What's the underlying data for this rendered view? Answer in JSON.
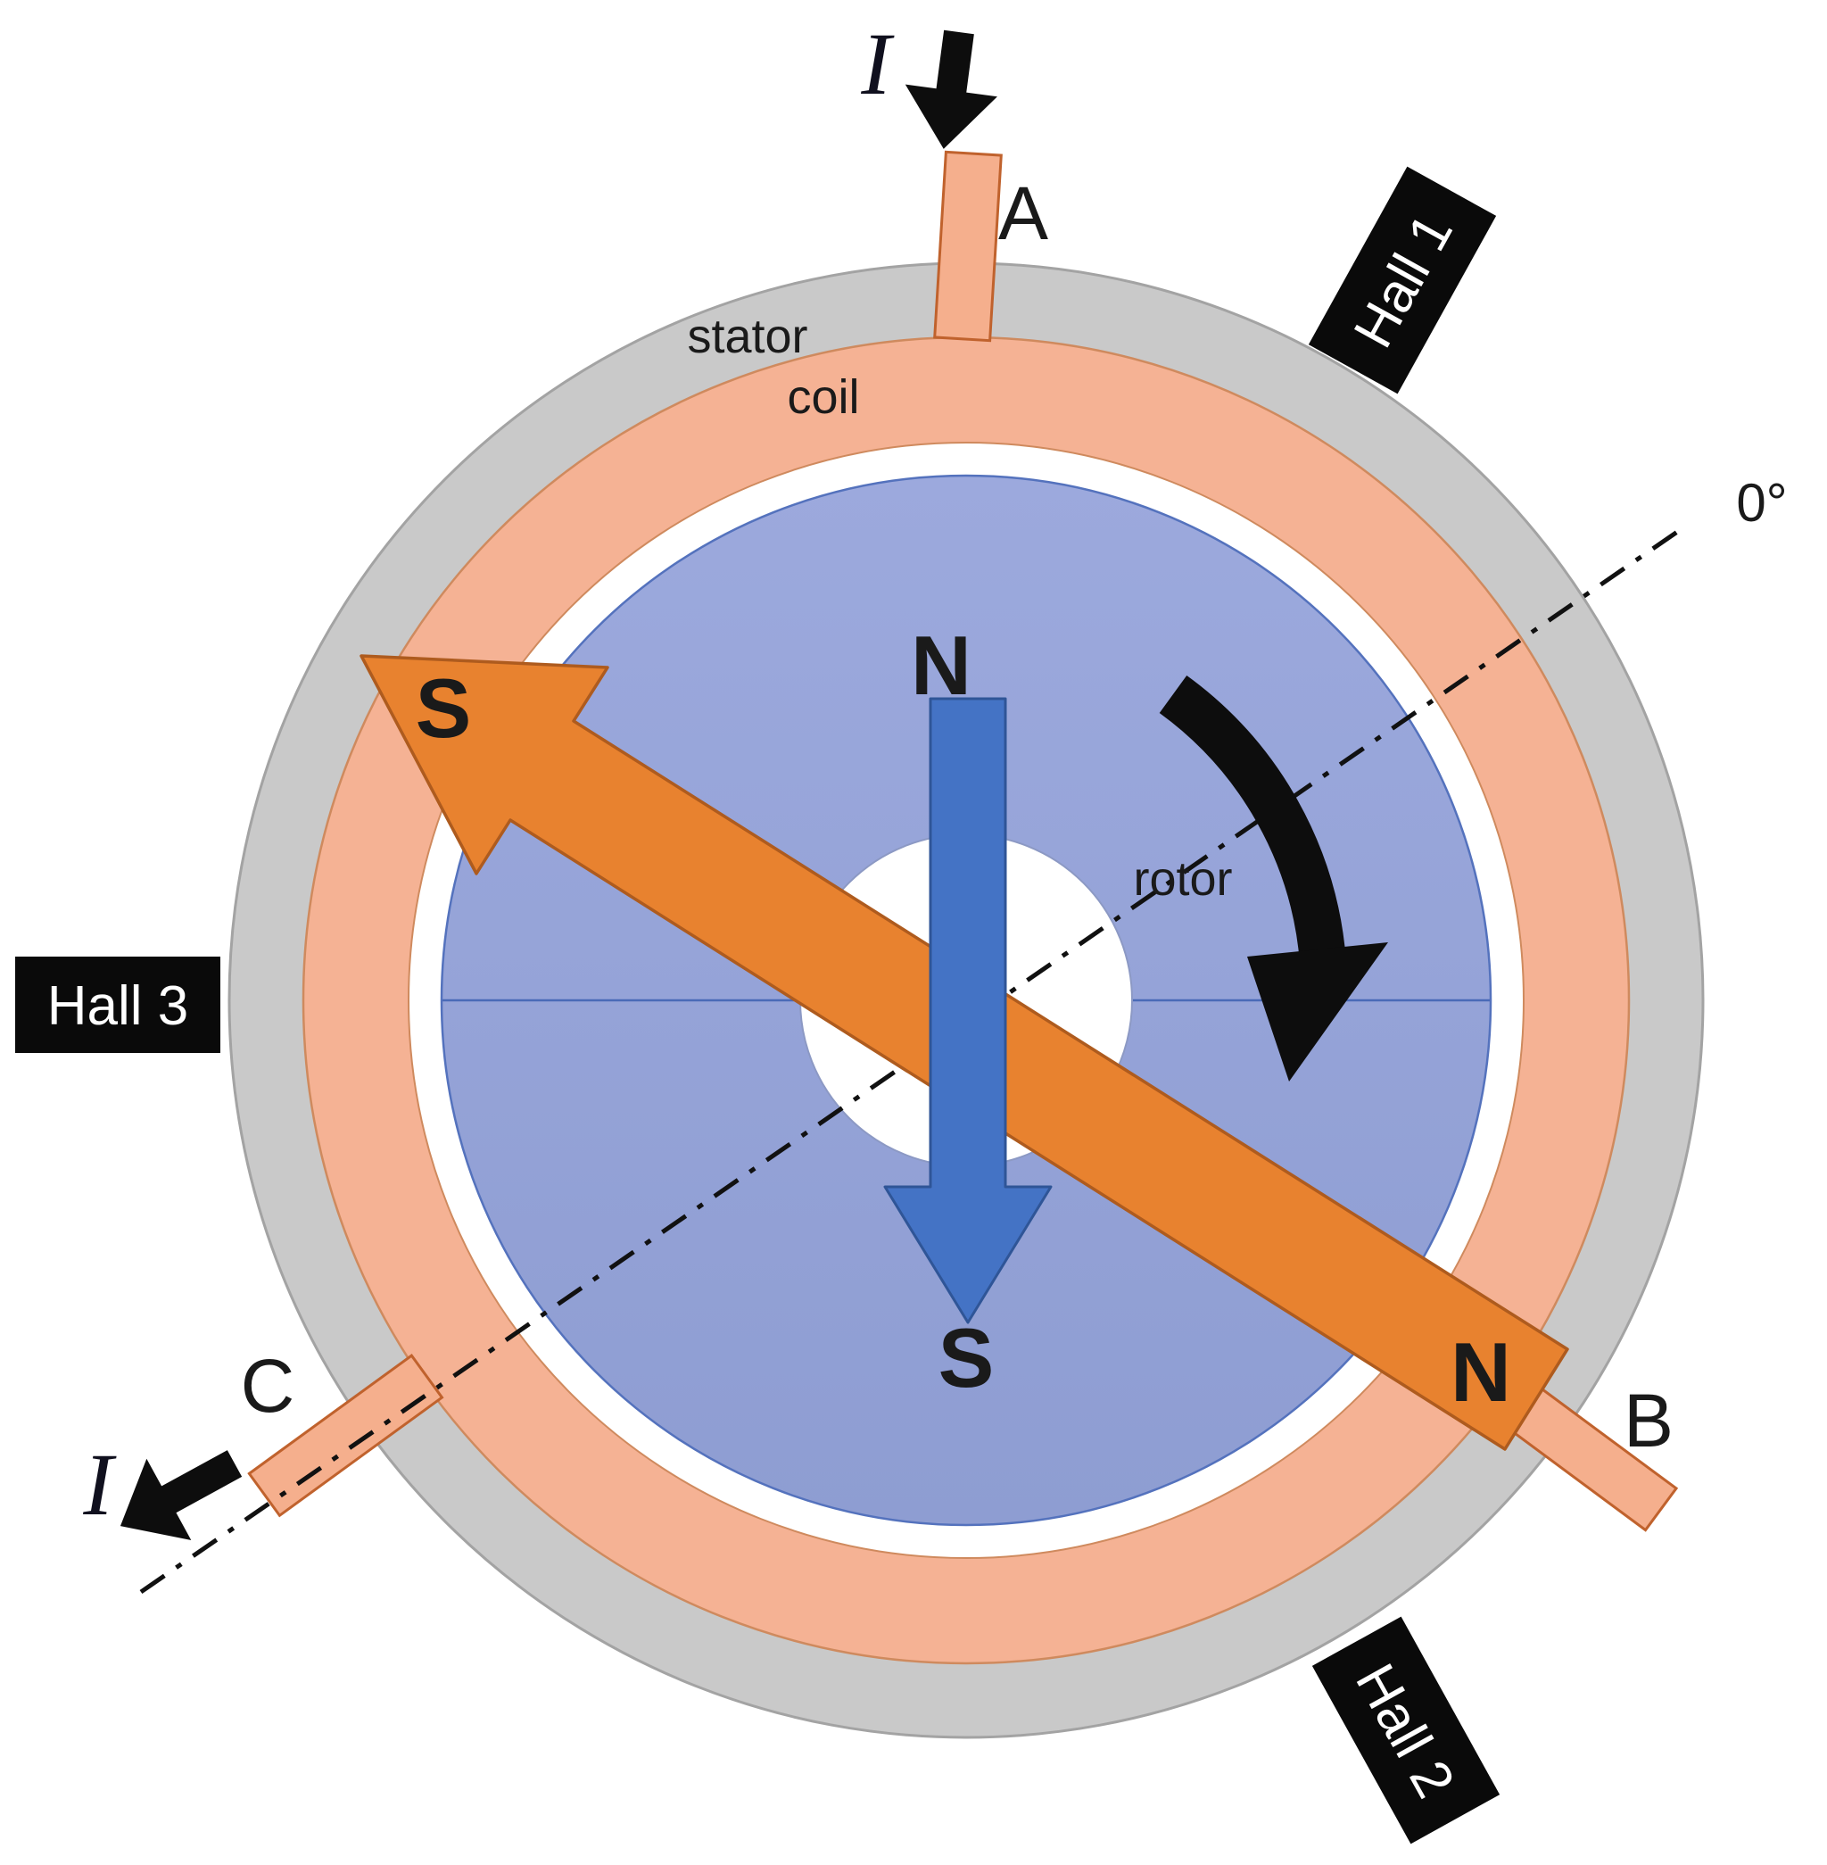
{
  "figure": {
    "type": "bldc-motor-cross-section-diagram",
    "labels": {
      "stator": "stator",
      "coil": "coil",
      "rotor": "rotor",
      "angle_reference": "0°",
      "phase_a": "A",
      "phase_b": "B",
      "phase_c": "C",
      "current_in": "I",
      "current_out": "I",
      "rotor_pole_north": "N",
      "rotor_pole_south": "S",
      "stator_field_south": "S",
      "stator_field_north": "N"
    },
    "hall_sensors": [
      {
        "label": "Hall 1",
        "position": "upper-right"
      },
      {
        "label": "Hall 2",
        "position": "lower-right"
      },
      {
        "label": "Hall 3",
        "position": "left"
      }
    ],
    "colors": {
      "stator_gray": "#C9C9C9",
      "coil_salmon": "#F5B294",
      "terminal_salmon": "#F5AF8D",
      "terminal_border": "#C0622D",
      "rotor_blue_top": "#9CA9DD",
      "rotor_blue_bottom": "#8E9DD2",
      "field_arrow_blue": "#4473C5",
      "field_arrow_blue_border": "#2F5597",
      "field_arrow_orange": "#E8822F",
      "field_arrow_orange_border": "#AE5B1E",
      "sensor_block_black": "#0A0A0A",
      "reference_line_black": "#111111"
    }
  }
}
